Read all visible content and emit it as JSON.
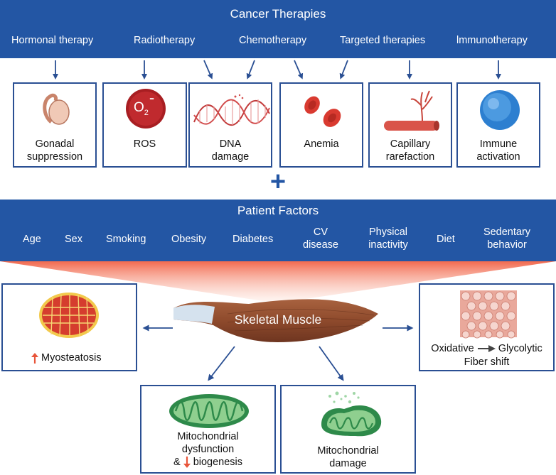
{
  "therapies": {
    "title": "Cancer Therapies",
    "items": [
      "Hormonal therapy",
      "Radiotherapy",
      "Chemotherapy",
      "Targeted therapies",
      "lmmunotherapy"
    ]
  },
  "effects": [
    {
      "line1": "Gonadal",
      "line2": "suppression"
    },
    {
      "line1": "ROS",
      "line2": ""
    },
    {
      "line1": "DNA",
      "line2": "damage"
    },
    {
      "line1": "Anemia",
      "line2": ""
    },
    {
      "line1": "Capillary",
      "line2": "rarefaction"
    },
    {
      "line1": "Immune",
      "line2": "activation"
    }
  ],
  "ros_symbol": {
    "o": "O",
    "sub": "2",
    "sup": "-"
  },
  "plus": "+",
  "patient": {
    "title": "Patient Factors",
    "factors": [
      {
        "line1": "Age",
        "line2": ""
      },
      {
        "line1": "Sex",
        "line2": ""
      },
      {
        "line1": "Smoking",
        "line2": ""
      },
      {
        "line1": "Obesity",
        "line2": ""
      },
      {
        "line1": "Diabetes",
        "line2": ""
      },
      {
        "line1": "CV",
        "line2": "disease"
      },
      {
        "line1": "Physical",
        "line2": "inactivity"
      },
      {
        "line1": "Diet",
        "line2": ""
      },
      {
        "line1": "Sedentary",
        "line2": "behavior"
      }
    ]
  },
  "muscle": {
    "label": "Skeletal Muscle"
  },
  "outcomes": {
    "myosteatosis": "Myosteatosis",
    "fiber_line1_a": "Oxidative",
    "fiber_line1_b": "Glycolytic",
    "fiber_line2": "Fiber shift",
    "mito_dys_line1": "Mitochondrial",
    "mito_dys_line2": "dysfunction",
    "mito_dys_line3_a": "&",
    "mito_dys_line3_b": "biogenesis",
    "mito_dmg_line1": "Mitochondrial",
    "mito_dmg_line2": "damage"
  },
  "colors": {
    "band": "#2356a4",
    "border": "#2a4f93",
    "muscle": "#8e4a2c",
    "up_arrow": "#e8553a",
    "funnel": "#f26a4f"
  }
}
